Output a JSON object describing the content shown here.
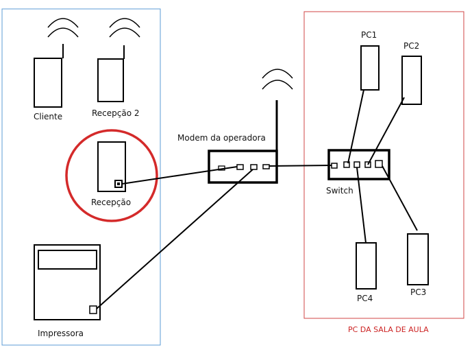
{
  "labels": {
    "cliente": "Cliente",
    "recepcao2": "Recepção 2",
    "recepcao": "Recepção",
    "impressora": "Impressora",
    "modem": "Modem da operadora",
    "switch": "Switch",
    "pc1": "PC1",
    "pc2": "PC2",
    "pc3": "PC3",
    "pc4": "PC4",
    "room": "PC DA SALA DE AULA"
  },
  "colors": {
    "left_box": "#5b9bd5",
    "right_box": "#d04545",
    "highlight_circle": "#d42a2a",
    "stroke": "#000000"
  },
  "icons": {
    "wifi": "wifi-signal-icon"
  }
}
